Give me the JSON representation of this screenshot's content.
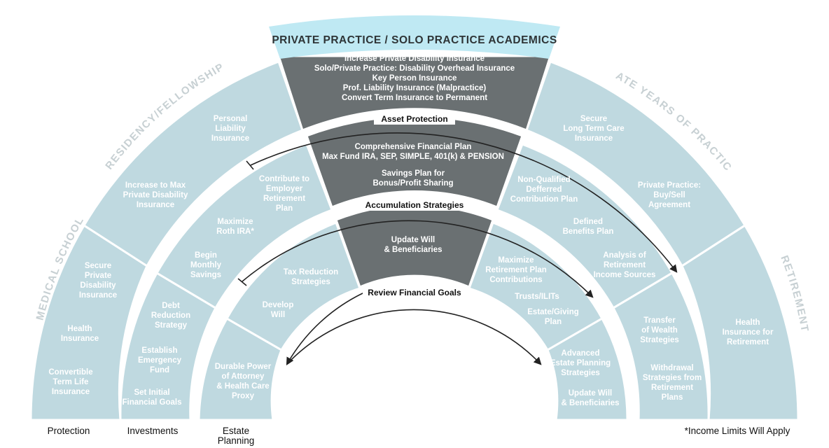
{
  "title": "PRIVATE PRACTICE / SOLO PRACTICE ACADEMICS",
  "eras": {
    "medical_school": "MEDICAL SCHOOL",
    "residency": "RESIDENCY/FELLOWSHIP",
    "late_years": "LATE YEARS OF PRACTICE",
    "retirement": "RETIREMENT"
  },
  "bands": {
    "asset": "Asset Protection",
    "accumulation": "Accumulation Strategies",
    "review": "Review Financial Goals"
  },
  "outer": {
    "top": [
      "Increase Private Disability Insurance",
      "Solo/Private Practice: Disability Overhead Insurance",
      "Key Person Insurance",
      "Prof. Liability Insurance (Malpractice)",
      "Convert Term Insurance to Permanent"
    ],
    "ms": [
      "Secure",
      "Private",
      "Disability",
      "Insurance",
      "Health",
      "Insurance",
      "Convertible",
      "Term Life",
      "Insurance"
    ],
    "res_1": [
      "Personal",
      "Liability",
      "Insurance"
    ],
    "res_2": [
      "Increase to Max",
      "Private Disability",
      "Insurance"
    ],
    "late_1": [
      "Secure",
      "Long Term Care",
      "Insurance"
    ],
    "late_2": [
      "Private Practice:",
      "Buy/Sell",
      "Agreement"
    ],
    "ret": [
      "Health",
      "Insurance for",
      "Retirement"
    ]
  },
  "middle": {
    "top": [
      "Comprehensive Financial Plan",
      "Max Fund IRA, SEP, SIMPLE, 401(k) & PENSION",
      "Savings Plan for",
      "Bonus/Profit Sharing"
    ],
    "ms": [
      "Debt",
      "Reduction",
      "Strategy",
      "Establish",
      "Emergency",
      "Fund",
      "Set Initial",
      "Financial Goals"
    ],
    "res_1": [
      "Contribute to",
      "Employer",
      "Retirement",
      "Plan"
    ],
    "res_2": [
      "Maximize",
      "Roth IRA*"
    ],
    "res_3": [
      "Begin",
      "Monthly",
      "Savings"
    ],
    "late_1": [
      "Non-Qualified",
      "Defferred",
      "Contribution Plan"
    ],
    "late_2": [
      "Defined",
      "Benefits Plan"
    ],
    "late_3": [
      "Analysis of",
      "Retirement",
      "Income Sources"
    ],
    "ret": [
      "Transfer",
      "of Wealth",
      "Strategies",
      "Withdrawal",
      "Strategies from",
      "Retirement",
      "Plans"
    ]
  },
  "inner": {
    "top": [
      "Update Will",
      "& Beneficiaries"
    ],
    "ms": [
      "Durable Power",
      "of Attorney",
      "& Health Care",
      "Proxy"
    ],
    "res_1": [
      "Tax Reduction",
      "Strategies"
    ],
    "res_2": [
      "Develop",
      "Will"
    ],
    "late_1": [
      "Maximize",
      "Retirement Plan",
      "Contributions"
    ],
    "late_2": [
      "Trusts/ILITs"
    ],
    "late_3": [
      "Estate/Giving",
      "Plan"
    ],
    "ret": [
      "Advanced",
      "Estate Planning",
      "Strategies",
      "Update Will",
      "& Beneficiaries"
    ]
  },
  "footer": {
    "protection": "Protection",
    "investments": "Investments",
    "estate_1": "Estate",
    "estate_2": "Planning",
    "note": "*Income Limits Will Apply"
  },
  "colors": {
    "light": "#bfd9e0",
    "dark": "#6a7072",
    "cyan": "#bfe9f3",
    "era": "#c7d0d3"
  }
}
